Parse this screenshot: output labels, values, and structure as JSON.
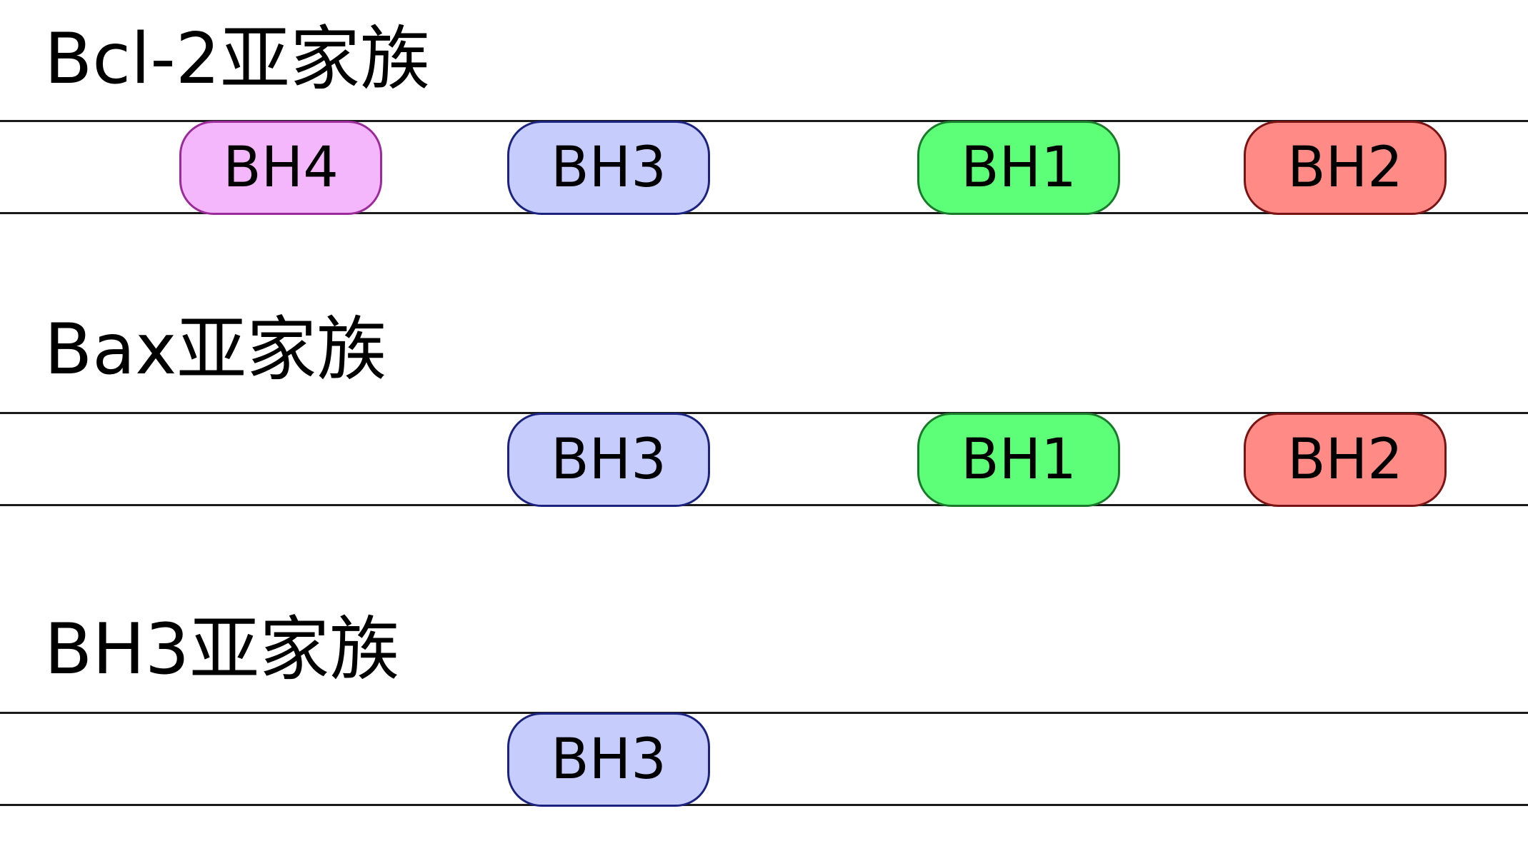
{
  "families": [
    {
      "title": "Bcl-2亚家族",
      "domains": [
        "BH4",
        "BH3",
        "BH1",
        "BH2"
      ]
    },
    {
      "title": "Bax亚家族",
      "domains": [
        "BH3",
        "BH1",
        "BH2"
      ]
    },
    {
      "title": "BH3亚家族",
      "domains": [
        "BH3"
      ]
    }
  ],
  "domain_styles": {
    "BH4": {
      "fill": "#f5b7fb",
      "stroke": "#9b2b9b"
    },
    "BH3": {
      "fill": "#c6cdfd",
      "stroke": "#1b237f"
    },
    "BH1": {
      "fill": "#5eff78",
      "stroke": "#1a7a2c"
    },
    "BH2": {
      "fill": "#ff8a86",
      "stroke": "#7a1414"
    }
  }
}
